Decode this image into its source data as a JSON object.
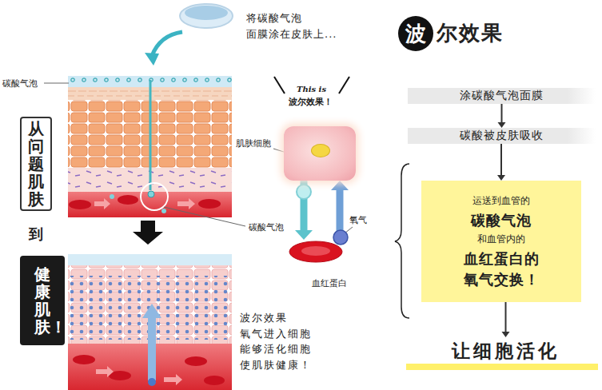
{
  "diagram": {
    "nodes": [
      {
        "text": [
          "从问题肌肤"
        ]
      },
      {
        "text": [
          "健康肌肤！"
        ]
      },
      {
        "text": [
          "肌肤细胞"
        ]
      },
      {
        "text": [
          "血红蛋白"
        ]
      },
      {
        "text": [
          "波"
        ]
      },
      {
        "text": [
          "涂碳酸气泡面膜"
        ]
      },
      {
        "text": [
          "碳酸被皮肤吸收"
        ]
      },
      {
        "text": [
          "运送到血管的",
          "碳酸气泡",
          "和血管内的",
          "血红蛋白的 氧气交换！"
        ]
      },
      {
        "text": [
          "让细胞活化"
        ]
      }
    ],
    "edges": [
      {
        "from": 2,
        "to": 3,
        "arrow": "to"
      },
      {
        "from": 3,
        "to": 2,
        "arrow": "to"
      },
      {
        "from": 5,
        "to": 6,
        "arrow": "to"
      },
      {
        "from": 6,
        "to": 7,
        "arrow": "to"
      },
      {
        "from": 7,
        "to": 8,
        "arrow": "to"
      }
    ],
    "labels": [
      "将碳酸气泡 面膜涂在皮肤上...",
      "碳酸气泡",
      "到",
      "This is",
      "波尔效果！",
      "碳酸气泡",
      "氧气",
      "波尔效果 氧气进入细胞 能够活化细胞 使肌肤健康！",
      "尔效果"
    ]
  }
}
